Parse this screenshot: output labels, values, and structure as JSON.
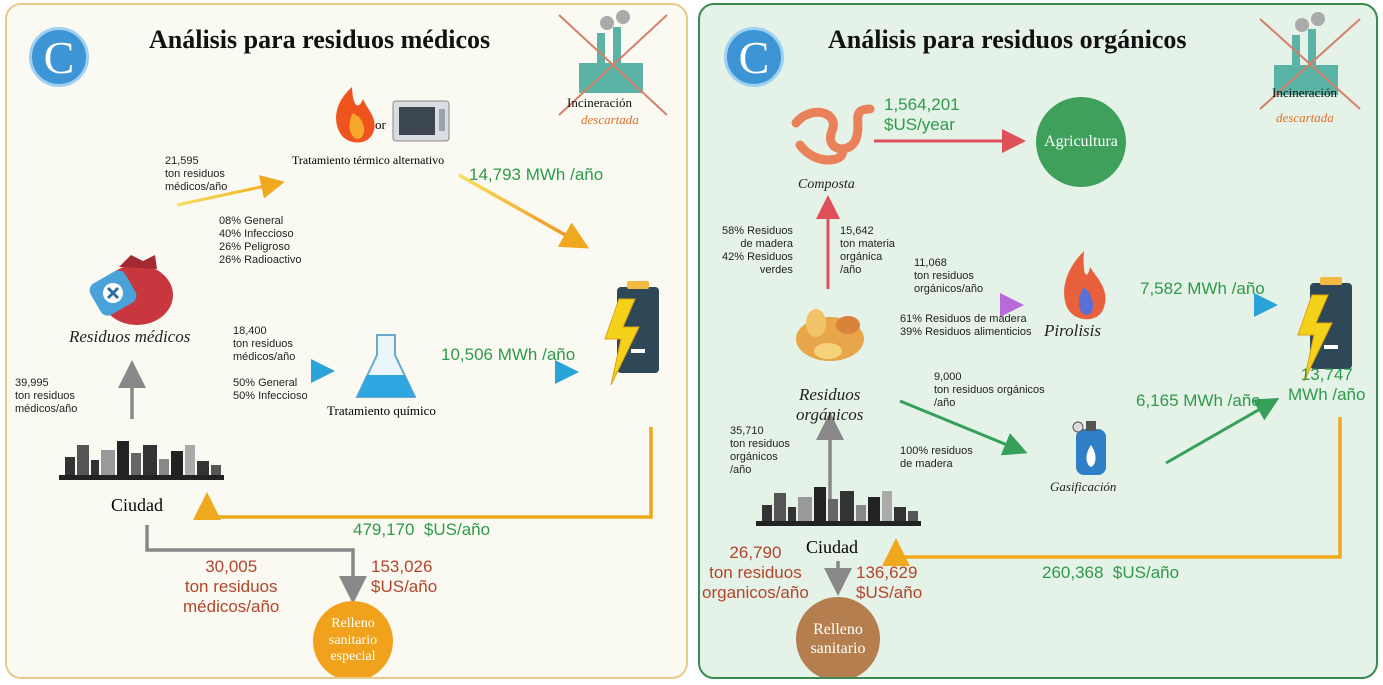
{
  "colors": {
    "accent_green": "#2e9a4a",
    "accent_red": "#b2452b",
    "logo_blue": "#3d95d6",
    "arrow_orange": "#f0a81e",
    "landfill_orange": "#f0a21c",
    "landfill_brown": "#b57e4e",
    "agri_green": "#3ea05a"
  },
  "logo_letter": "C",
  "left": {
    "title": "Análisis para residuos médicos",
    "incineration": {
      "label": "Incineración",
      "status": "descartada"
    },
    "thermal": {
      "or": "or",
      "label": "Tratamiento térmico alternativo"
    },
    "thermal_input": "21,595\nton residuos\nmédicos/año",
    "thermal_mix": "08% General\n40% Infeccioso\n26% Peligroso\n26% Radioactivo",
    "thermal_energy": "14,793 MWh /año",
    "source_label": "Residuos médicos",
    "city_input": "39,995\nton residuos\nmédicos/año",
    "chemical_input": "18,400\nton residuos\nmédicos/año",
    "chemical_mix": "50% General\n50% Infeccioso",
    "chemical_label": "Tratamiento químico",
    "chemical_energy": "10,506 MWh /año",
    "city_label": "Ciudad",
    "savings": "479,170  $US/año",
    "landfill_tons": "30,005\nton residuos\nmédicos/año",
    "landfill_cost": "153,026\n$US/año",
    "landfill_label": "Relleno\nsanitario\nespecial"
  },
  "right": {
    "title": "Análisis para residuos orgánicos",
    "incineration": {
      "label": "Incineración",
      "status": "descartada"
    },
    "compost_revenue": "1,564,201\n$US/year",
    "agriculture_label": "Agricultura",
    "compost_label": "Composta",
    "compost_mix": "58% Residuos\nde madera\n42% Residuos\nverdes",
    "compost_input": "15,642\nton materia\norgánica\n/año",
    "pyrolysis_input": "11,068\nton residuos\norgánicos/año",
    "pyrolysis_mix": "61% Residuos de madera\n39% Residuos alimenticios",
    "pyrolysis_label": "Pirolisis",
    "pyrolysis_energy": "7,582 MWh /año",
    "total_energy": "13,747\nMWh /año",
    "source_label": "Residuos\norgánicos",
    "gasification_input": "9,000\nton residuos orgánicos\n/año",
    "gasification_mix": "100% residuos\nde madera",
    "gasification_label": "Gasificación",
    "gasification_energy": "6,165 MWh /año",
    "city_input": "35,710\nton residuos\norgánicos\n/año",
    "city_label": "Ciudad",
    "savings": "260,368  $US/año",
    "landfill_tons": "26,790\nton residuos\norganicos/año",
    "landfill_cost": "136,629\n$US/año",
    "landfill_label": "Relleno\nsanitario"
  }
}
